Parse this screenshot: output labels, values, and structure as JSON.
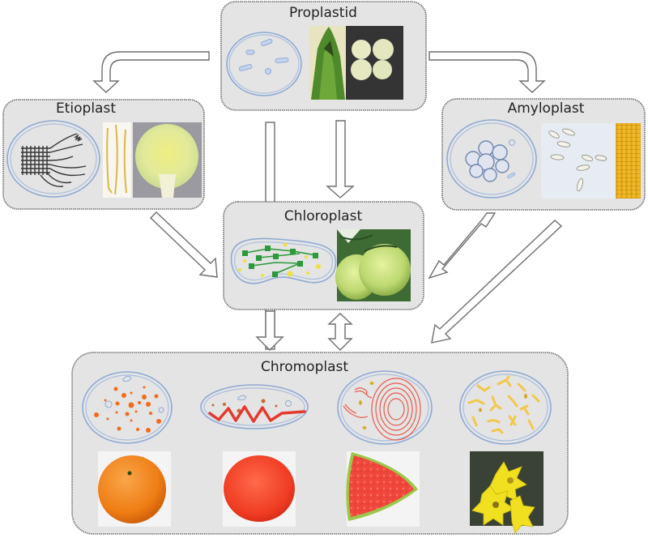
{
  "diagram": {
    "description": "Plastid interconversion diagram",
    "colors": {
      "box_fill": "#e4e4e4",
      "box_border": "#6a6a6a",
      "membrane": "#8eaad4",
      "arrow_fill": "#ffffff",
      "arrow_stroke": "#6d6d6d",
      "thylakoid_green": "#2a9a3a",
      "plastoglobule_yellow": "#f0e040",
      "carotenoid_orange": "#f26b1d",
      "lycopene_red": "#e33a2e",
      "crystal_yellow": "#f2c84a"
    },
    "nodes": {
      "proplastid": {
        "title": "Proplastid",
        "illustration": "proplastid-organelle",
        "photos": [
          "shoot meristem / bud",
          "callus cells"
        ]
      },
      "etioplast": {
        "title": "Etioplast",
        "illustration": "etioplast-prolamellar-body",
        "photos": [
          "etiolated seedlings",
          "cabbage heart cross-section"
        ]
      },
      "amyloplast": {
        "title": "Amyloplast",
        "illustration": "amyloplast-starch-granules",
        "photos": [
          "starch grains micrograph",
          "corn kernels"
        ]
      },
      "chloroplast": {
        "title": "Chloroplast",
        "illustration": "chloroplast-thylakoids",
        "photos": [
          "green tomatoes"
        ]
      },
      "chromoplast": {
        "title": "Chromoplast",
        "types": [
          {
            "illustration": "globular-chromoplast",
            "photo": "orange"
          },
          {
            "illustration": "crystalline-chromoplast",
            "photo": "tomato"
          },
          {
            "illustration": "membranous-chromoplast",
            "photo": "watermelon"
          },
          {
            "illustration": "tubular-chromoplast",
            "photo": "daffodil"
          }
        ]
      }
    },
    "edges": [
      {
        "from": "proplastid",
        "to": "etioplast",
        "kind": "one-way"
      },
      {
        "from": "proplastid",
        "to": "amyloplast",
        "kind": "one-way"
      },
      {
        "from": "proplastid",
        "to": "chloroplast",
        "kind": "one-way"
      },
      {
        "from": "proplastid",
        "to": "chromoplast",
        "kind": "one-way"
      },
      {
        "from": "etioplast",
        "to": "chloroplast",
        "kind": "one-way"
      },
      {
        "from": "amyloplast",
        "to": "chloroplast",
        "kind": "two-way"
      },
      {
        "from": "amyloplast",
        "to": "chromoplast",
        "kind": "one-way"
      },
      {
        "from": "chloroplast",
        "to": "chromoplast",
        "kind": "one-way"
      },
      {
        "from": "chloroplast",
        "to": "chromoplast",
        "kind": "two-way"
      }
    ]
  }
}
